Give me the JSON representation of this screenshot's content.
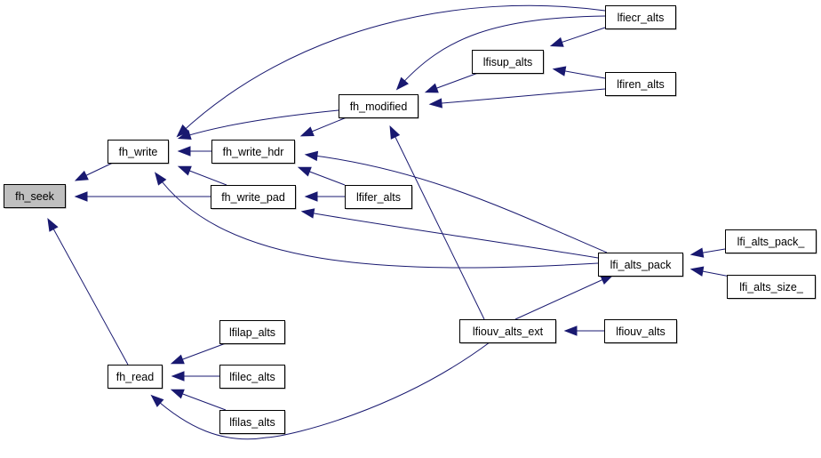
{
  "diagram": {
    "type": "call-graph",
    "direction": "right-to-left",
    "colors": {
      "edge": "#191970",
      "root_fill": "#bfbfbf",
      "node_fill": "#ffffff",
      "node_border": "#000000"
    },
    "root": "fh_seek",
    "nodes": [
      {
        "id": "fh_seek",
        "label": "fh_seek",
        "root": true
      },
      {
        "id": "fh_write",
        "label": "fh_write"
      },
      {
        "id": "fh_read",
        "label": "fh_read"
      },
      {
        "id": "fh_modified",
        "label": "fh_modified"
      },
      {
        "id": "fh_write_hdr",
        "label": "fh_write_hdr"
      },
      {
        "id": "fh_write_pad",
        "label": "fh_write_pad"
      },
      {
        "id": "lfifer_alts",
        "label": "lfifer_alts"
      },
      {
        "id": "lfilap_alts",
        "label": "lfilap_alts"
      },
      {
        "id": "lfilec_alts",
        "label": "lfilec_alts"
      },
      {
        "id": "lfilas_alts",
        "label": "lfilas_alts"
      },
      {
        "id": "lfisup_alts",
        "label": "lfisup_alts"
      },
      {
        "id": "lfiecr_alts",
        "label": "lfiecr_alts"
      },
      {
        "id": "lfiren_alts",
        "label": "lfiren_alts"
      },
      {
        "id": "lfi_alts_pack",
        "label": "lfi_alts_pack"
      },
      {
        "id": "lfi_alts_pack_",
        "label": "lfi_alts_pack_"
      },
      {
        "id": "lfi_alts_size_",
        "label": "lfi_alts_size_"
      },
      {
        "id": "lfiouv_alts_ext",
        "label": "lfiouv_alts_ext"
      },
      {
        "id": "lfiouv_alts",
        "label": "lfiouv_alts"
      }
    ],
    "edges": [
      {
        "from": "fh_write",
        "to": "fh_seek"
      },
      {
        "from": "fh_write_pad",
        "to": "fh_seek"
      },
      {
        "from": "fh_read",
        "to": "fh_seek"
      },
      {
        "from": "lfiecr_alts",
        "to": "fh_write"
      },
      {
        "from": "fh_modified",
        "to": "fh_write"
      },
      {
        "from": "fh_write_hdr",
        "to": "fh_write"
      },
      {
        "from": "fh_write_pad",
        "to": "fh_write"
      },
      {
        "from": "lfi_alts_pack",
        "to": "fh_write"
      },
      {
        "from": "lfilap_alts",
        "to": "fh_read"
      },
      {
        "from": "lfilec_alts",
        "to": "fh_read"
      },
      {
        "from": "lfilas_alts",
        "to": "fh_read"
      },
      {
        "from": "lfiouv_alts_ext",
        "to": "fh_read"
      },
      {
        "from": "lfiecr_alts",
        "to": "fh_modified"
      },
      {
        "from": "lfisup_alts",
        "to": "fh_modified"
      },
      {
        "from": "lfiren_alts",
        "to": "fh_modified"
      },
      {
        "from": "lfiouv_alts_ext",
        "to": "fh_modified"
      },
      {
        "from": "fh_modified",
        "to": "fh_write_hdr"
      },
      {
        "from": "lfifer_alts",
        "to": "fh_write_hdr"
      },
      {
        "from": "lfi_alts_pack",
        "to": "fh_write_hdr"
      },
      {
        "from": "lfifer_alts",
        "to": "fh_write_pad"
      },
      {
        "from": "lfi_alts_pack",
        "to": "fh_write_pad"
      },
      {
        "from": "lfiecr_alts",
        "to": "lfisup_alts"
      },
      {
        "from": "lfiren_alts",
        "to": "lfisup_alts"
      },
      {
        "from": "lfi_alts_pack_",
        "to": "lfi_alts_pack"
      },
      {
        "from": "lfi_alts_size_",
        "to": "lfi_alts_pack"
      },
      {
        "from": "lfiouv_alts_ext",
        "to": "lfi_alts_pack"
      },
      {
        "from": "lfiouv_alts",
        "to": "lfiouv_alts_ext"
      }
    ]
  }
}
